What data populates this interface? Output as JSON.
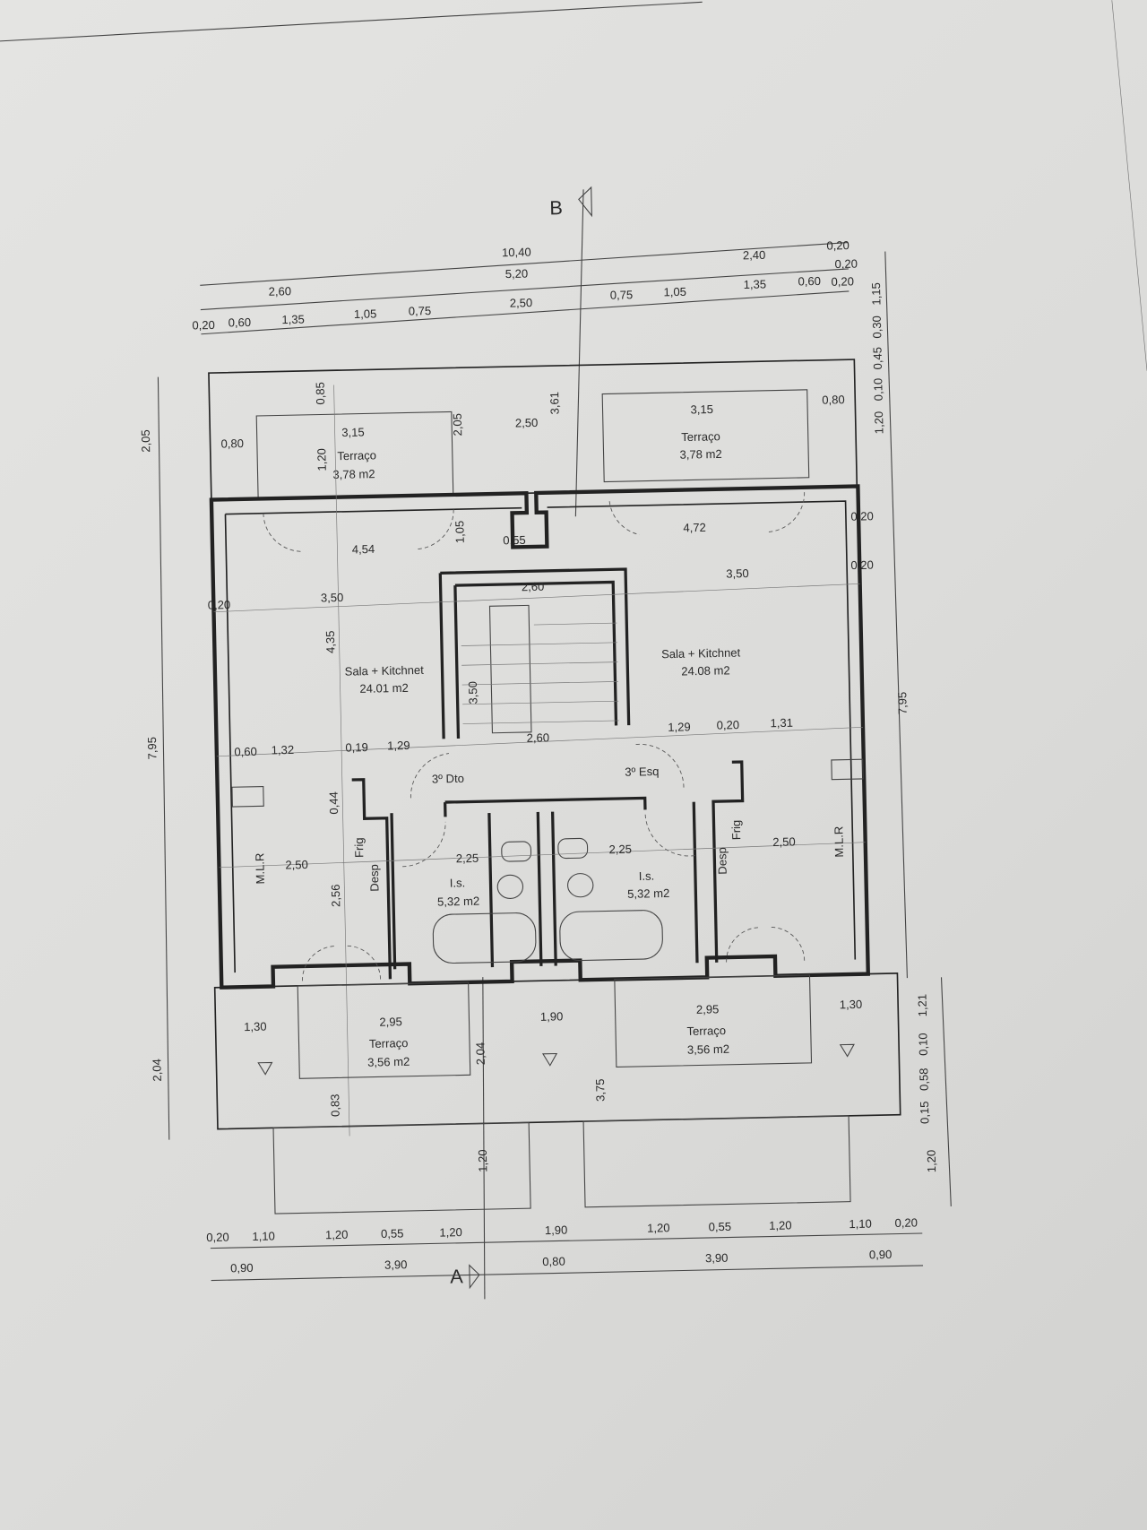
{
  "plan": {
    "section_marks": {
      "a": "A",
      "b": "B"
    },
    "rooms": {
      "terrace_top_left": {
        "name": "Terraço",
        "area": "3,78 m2"
      },
      "terrace_top_right": {
        "name": "Terraço",
        "area": "3,78 m2"
      },
      "living_left": {
        "name": "Sala + Kitchnet",
        "area": "24.01 m2"
      },
      "living_right": {
        "name": "Sala + Kitchnet",
        "area": "24.08 m2"
      },
      "bath_left": {
        "name": "I.s.",
        "area": "5,32 m2"
      },
      "bath_right": {
        "name": "I.s.",
        "area": "5,32 m2"
      },
      "terrace_bottom_left": {
        "name": "Terraço",
        "area": "3,56 m2"
      },
      "terrace_bottom_right": {
        "name": "Terraço",
        "area": "3,56 m2"
      }
    },
    "unit_labels": {
      "left": "3º Dto",
      "right": "3º Esq"
    },
    "fixtures": {
      "fridge": "Frig",
      "pantry": "Desp",
      "washer": "M.L.R"
    },
    "top_dims": {
      "row1": [
        "10,40",
        "2,40",
        "0,20"
      ],
      "row2": [
        "2,60",
        "5,20",
        "0,20"
      ],
      "row3": [
        "0,20",
        "0,60",
        "1,35",
        "1,05",
        "0,75",
        "2,50",
        "0,75",
        "1,05",
        "1,35",
        "0,60",
        "0,20"
      ]
    },
    "bottom_dims": {
      "row1": [
        "0,20",
        "1,10",
        "1,20",
        "0,55",
        "1,20",
        "1,90",
        "1,20",
        "0,55",
        "1,20",
        "1,10",
        "0,20"
      ],
      "row2": [
        "0,90",
        "3,90",
        "0,80",
        "3,90",
        "0,90"
      ]
    },
    "left_dims": [
      "2,05",
      "7,95",
      "2,04"
    ],
    "right_dims": [
      "1,15",
      "0,30",
      "0,45",
      "0,10",
      "1,20",
      "7,95",
      "1,21",
      "0,10",
      "0,58",
      "0,15",
      "1,20"
    ],
    "interior_dims": [
      "3,15",
      "3,15",
      "4,54",
      "4,72",
      "3,50",
      "3,50",
      "2,60",
      "2,60",
      "4,35",
      "3,50",
      "1,32",
      "0,19",
      "1,29",
      "1,29",
      "0,20",
      "1,31",
      "0,60",
      "2,50",
      "2,50",
      "2,25",
      "2,25",
      "2,56",
      "0,44",
      "2,95",
      "2,95",
      "1,30",
      "1,30",
      "1,90",
      "3,75",
      "2,04",
      "1,20",
      "0,83",
      "0,85",
      "1,20",
      "2,05",
      "3,61",
      "2,50",
      "0,80",
      "0,80",
      "1,05",
      "0,55",
      "0,20",
      "0,20",
      "0,20"
    ]
  }
}
